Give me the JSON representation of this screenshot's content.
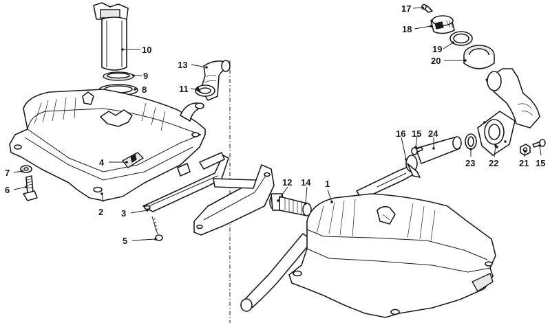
{
  "callouts": [
    {
      "label": "1"
    },
    {
      "label": "2"
    },
    {
      "label": "3"
    },
    {
      "label": "4"
    },
    {
      "label": "5"
    },
    {
      "label": "6"
    },
    {
      "label": "7"
    },
    {
      "label": "8"
    },
    {
      "label": "9"
    },
    {
      "label": "10"
    },
    {
      "label": "11"
    },
    {
      "label": "12"
    },
    {
      "label": "13"
    },
    {
      "label": "14"
    },
    {
      "label": "15"
    },
    {
      "label": "15"
    },
    {
      "label": "16"
    },
    {
      "label": "17"
    },
    {
      "label": "18"
    },
    {
      "label": "19"
    },
    {
      "label": "20"
    },
    {
      "label": "21"
    },
    {
      "label": "22"
    },
    {
      "label": "23"
    },
    {
      "label": "24"
    }
  ]
}
